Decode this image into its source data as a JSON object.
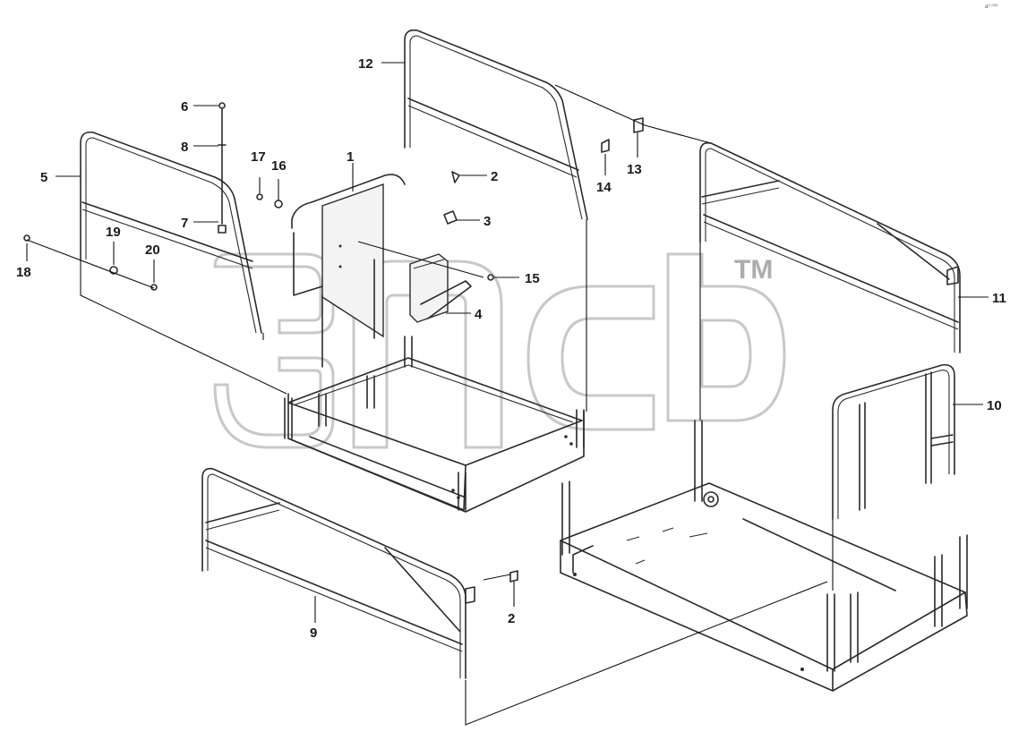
{
  "corner_code": "a⁰ ⁰⁰⁰",
  "watermark": {
    "tm": "TM"
  },
  "callouts": [
    {
      "id": "c1",
      "label": "1"
    },
    {
      "id": "c2a",
      "label": "2"
    },
    {
      "id": "c2b",
      "label": "2"
    },
    {
      "id": "c3",
      "label": "3"
    },
    {
      "id": "c4",
      "label": "4"
    },
    {
      "id": "c5",
      "label": "5"
    },
    {
      "id": "c6",
      "label": "6"
    },
    {
      "id": "c7",
      "label": "7"
    },
    {
      "id": "c8",
      "label": "8"
    },
    {
      "id": "c9",
      "label": "9"
    },
    {
      "id": "c10",
      "label": "10"
    },
    {
      "id": "c11",
      "label": "11"
    },
    {
      "id": "c12",
      "label": "12"
    },
    {
      "id": "c13",
      "label": "13"
    },
    {
      "id": "c14",
      "label": "14"
    },
    {
      "id": "c15",
      "label": "15"
    },
    {
      "id": "c16",
      "label": "16"
    },
    {
      "id": "c17",
      "label": "17"
    },
    {
      "id": "c18",
      "label": "18"
    },
    {
      "id": "c19",
      "label": "19"
    },
    {
      "id": "c20",
      "label": "20"
    }
  ]
}
